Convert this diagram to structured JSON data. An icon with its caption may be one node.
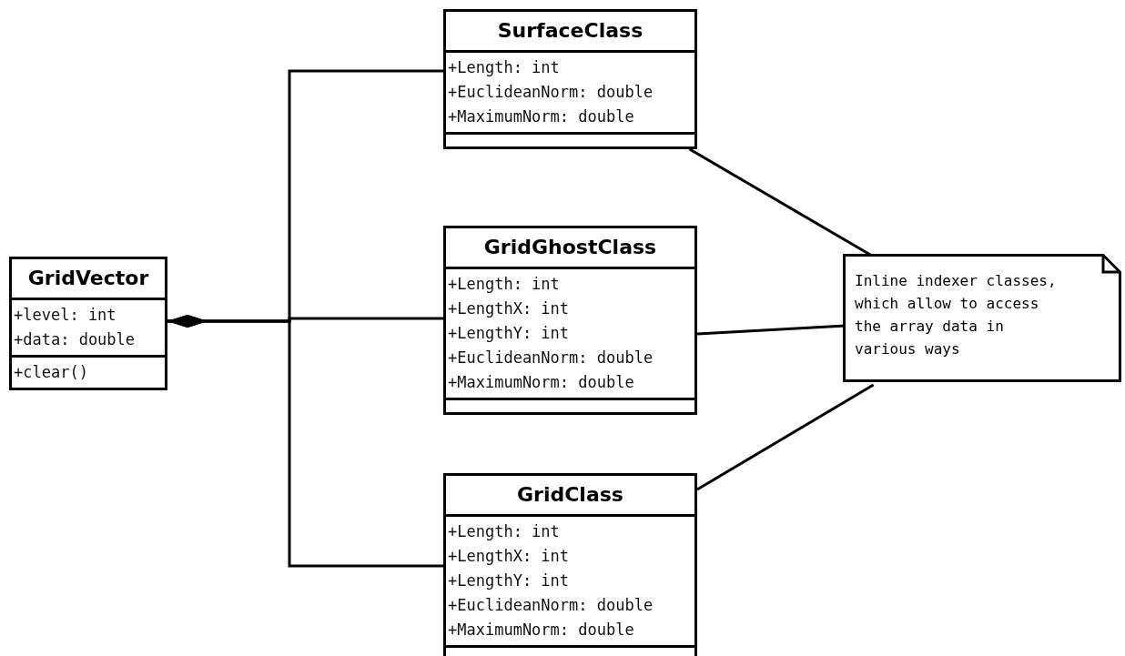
{
  "diagram": {
    "nodes": [
      {
        "text": [
          "GridVector",
          "+level: int",
          "+data: double",
          "+clear()"
        ]
      },
      {
        "text": [
          "SurfaceClass",
          "+Length: int",
          "+EuclideanNorm: double",
          "+MaximumNorm: double"
        ]
      },
      {
        "text": [
          "GridGhostClass",
          "+Length: int",
          "+LengthX: int",
          "+LengthY: int",
          "+EuclideanNorm: double",
          "+MaximumNorm: double"
        ]
      },
      {
        "text": [
          "GridClass",
          "+Length: int",
          "+LengthX: int",
          "+LengthY: int",
          "+EuclideanNorm: double",
          "+MaximumNorm: double"
        ]
      },
      {
        "text": [
          "Inline indexer classes, which allow to access the array data in various ways"
        ]
      }
    ],
    "edges": [
      {
        "from": 0,
        "to": 1,
        "arrow": "other"
      },
      {
        "from": 0,
        "to": 2,
        "arrow": "other"
      },
      {
        "from": 0,
        "to": 3,
        "arrow": "other"
      },
      {
        "from": 4,
        "to": 1,
        "arrow": "none"
      },
      {
        "from": 4,
        "to": 2,
        "arrow": "none"
      },
      {
        "from": 4,
        "to": 3,
        "arrow": "none"
      }
    ]
  }
}
